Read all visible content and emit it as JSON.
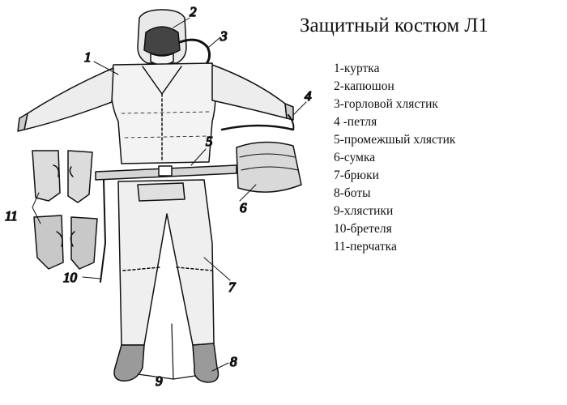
{
  "title": "Защитный костюм Л1",
  "legend": [
    "1-куртка",
    "2-капюшон",
    "3-горловой хлястик",
    "4 -петля",
    "5-промежшый хлястик",
    "6-сумка",
    "7-брюки",
    "8-боты",
    "9-хлястики",
    "10-бретеля",
    "11-перчатка"
  ],
  "callouts": {
    "n1": "1",
    "n2": "2",
    "n3": "3",
    "n4": "4",
    "n5": "5",
    "n6": "6",
    "n7": "7",
    "n8": "8",
    "n9": "9",
    "n10": "10",
    "n11": "11"
  }
}
